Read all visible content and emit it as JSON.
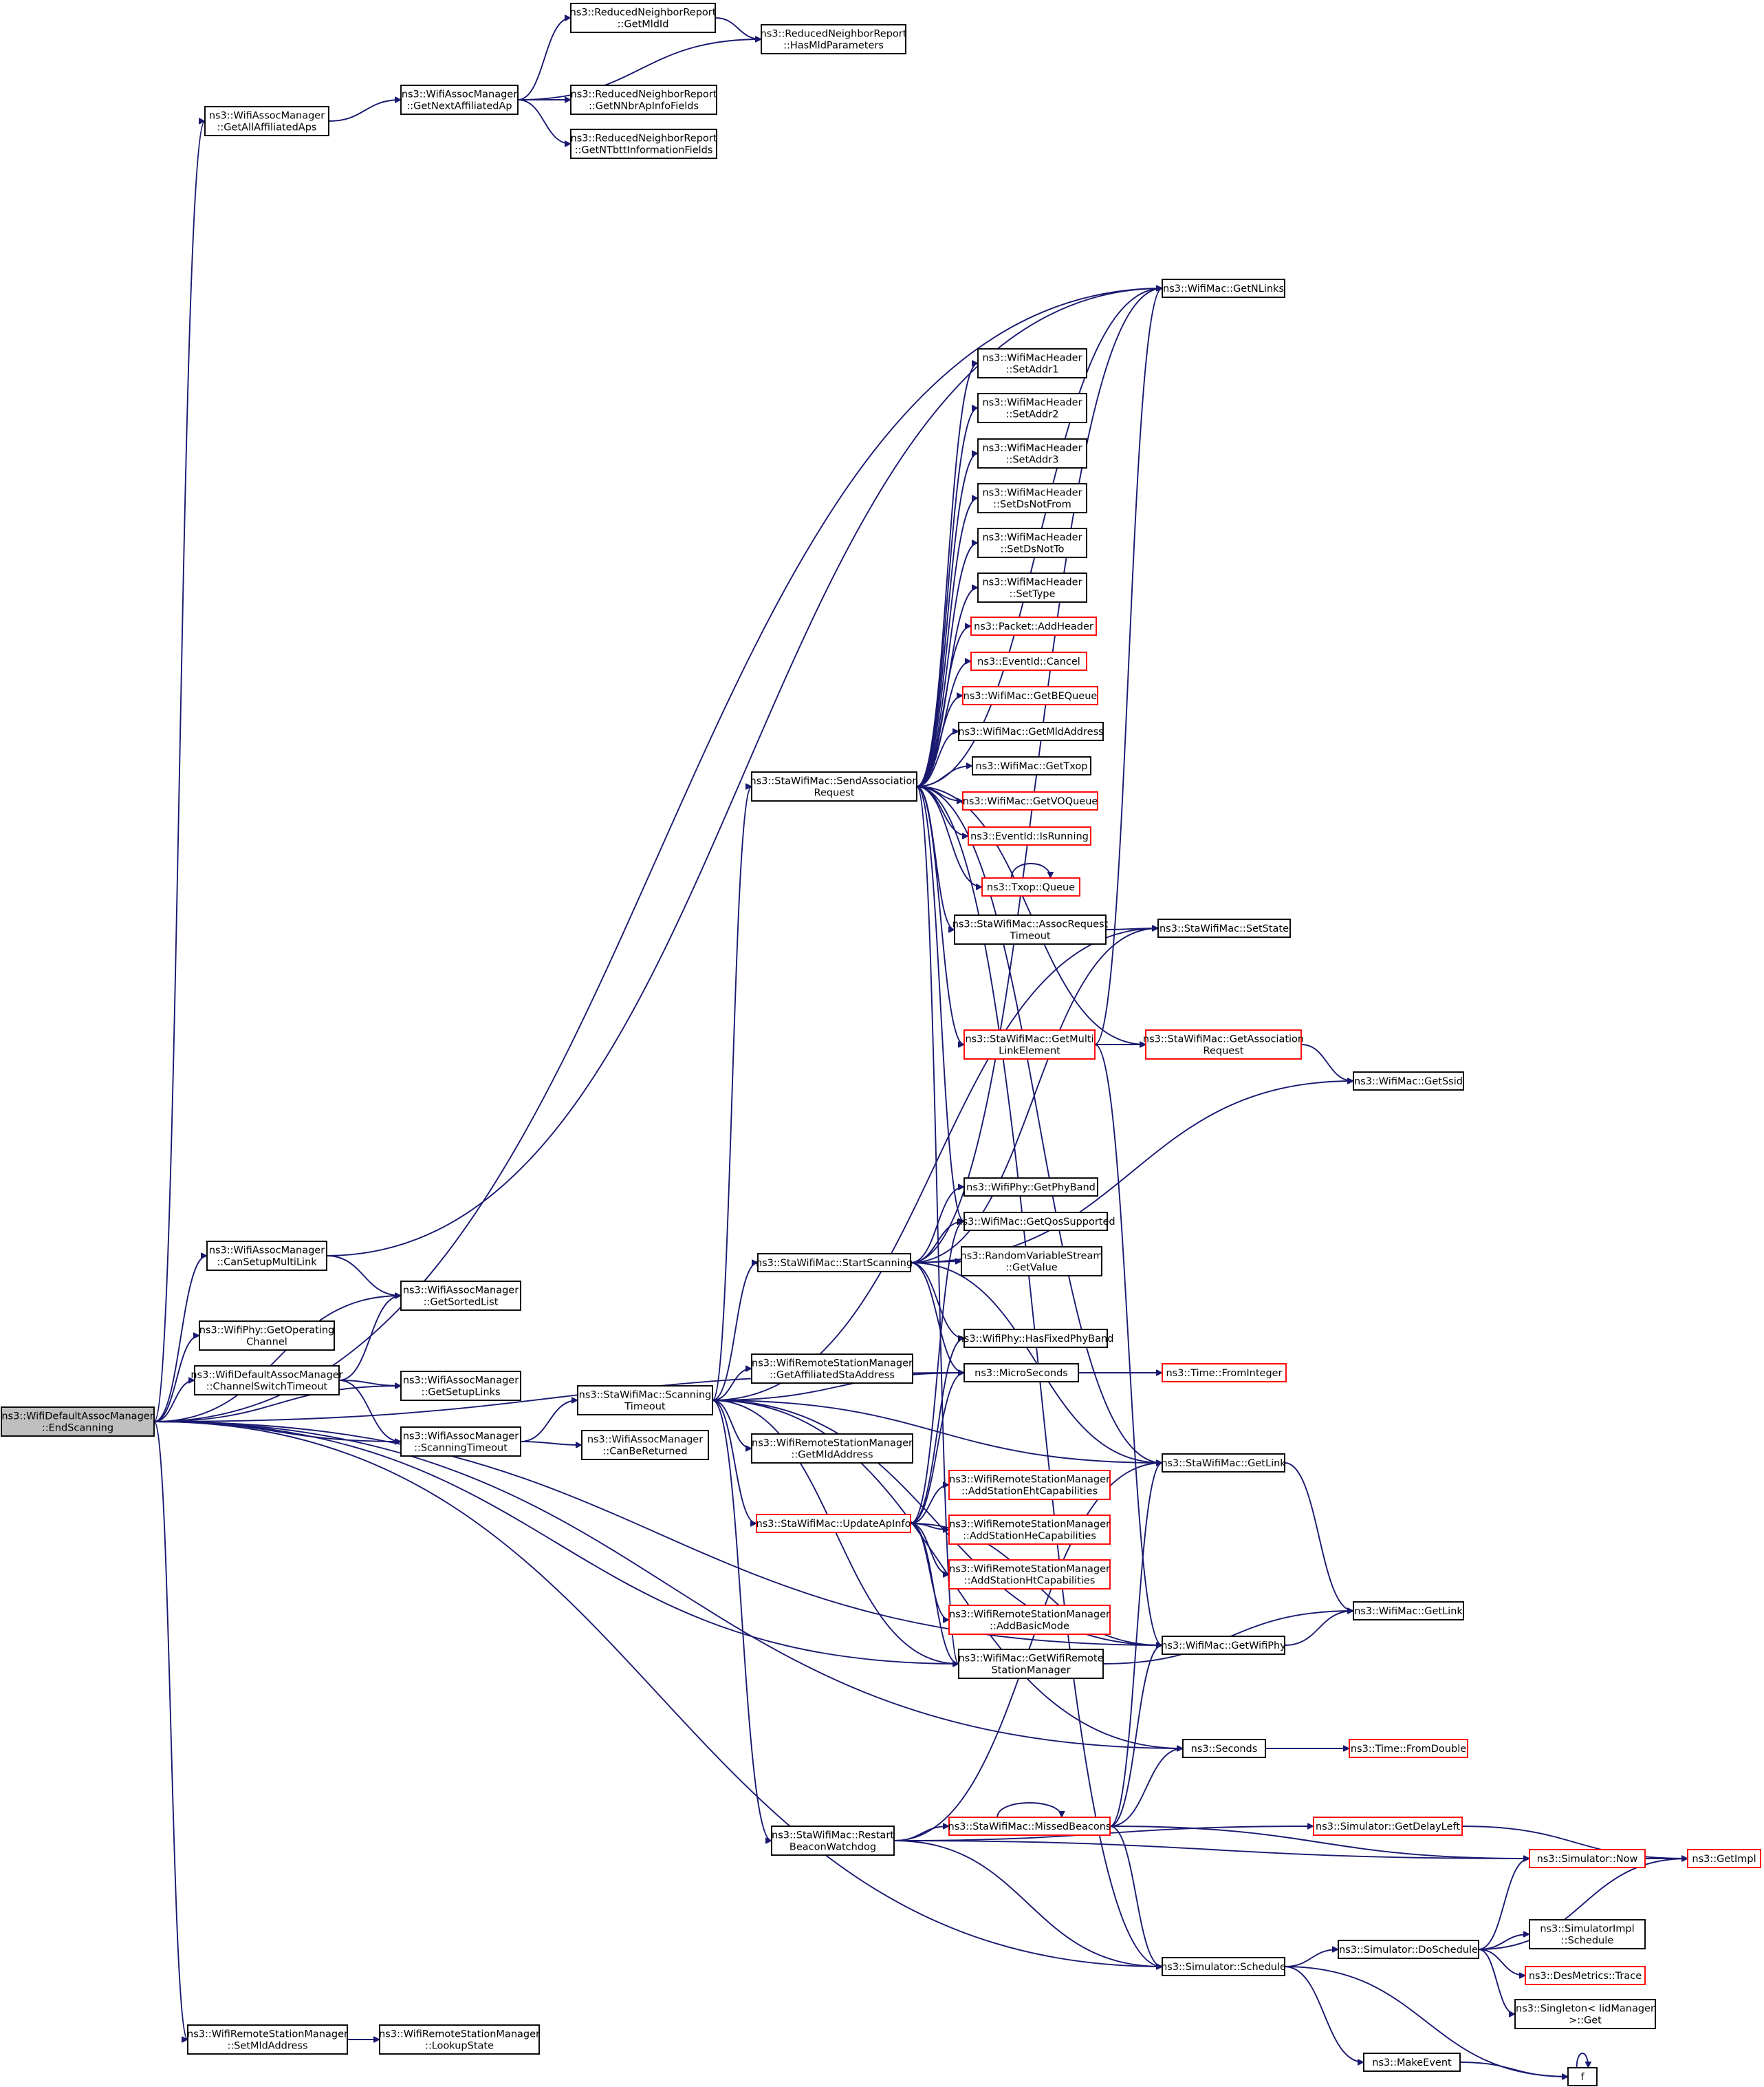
{
  "nodes": [
    {
      "id": "root",
      "lines": [
        "ns3::WifiDefaultAssocManager",
        "::EndScanning"
      ],
      "style": "root"
    },
    {
      "id": "getAllAff",
      "lines": [
        "ns3::WifiAssocManager",
        "::GetAllAffiliatedAps"
      ]
    },
    {
      "id": "getNextAff",
      "lines": [
        "ns3::WifiAssocManager",
        "::GetNextAffiliatedAp"
      ]
    },
    {
      "id": "rnrGetMldId",
      "lines": [
        "ns3::ReducedNeighborReport",
        "::GetMldId"
      ]
    },
    {
      "id": "rnrHasMld",
      "lines": [
        "ns3::ReducedNeighborReport",
        "::HasMldParameters"
      ]
    },
    {
      "id": "rnrGetNNbr",
      "lines": [
        "ns3::ReducedNeighborReport",
        "::GetNNbrApInfoFields"
      ]
    },
    {
      "id": "rnrGetNTbtt",
      "lines": [
        "ns3::ReducedNeighborReport",
        "::GetNTbttInformationFields"
      ]
    },
    {
      "id": "getNLinks",
      "lines": [
        "ns3::WifiMac::GetNLinks"
      ]
    },
    {
      "id": "setAddr1",
      "lines": [
        "ns3::WifiMacHeader",
        "::SetAddr1"
      ]
    },
    {
      "id": "setAddr2",
      "lines": [
        "ns3::WifiMacHeader",
        "::SetAddr2"
      ]
    },
    {
      "id": "setAddr3",
      "lines": [
        "ns3::WifiMacHeader",
        "::SetAddr3"
      ]
    },
    {
      "id": "setDsNotFrom",
      "lines": [
        "ns3::WifiMacHeader",
        "::SetDsNotFrom"
      ]
    },
    {
      "id": "setDsNotTo",
      "lines": [
        "ns3::WifiMacHeader",
        "::SetDsNotTo"
      ]
    },
    {
      "id": "setType",
      "lines": [
        "ns3::WifiMacHeader",
        "::SetType"
      ]
    },
    {
      "id": "addHeader",
      "lines": [
        "ns3::Packet::AddHeader"
      ],
      "style": "red"
    },
    {
      "id": "evCancel",
      "lines": [
        "ns3::EventId::Cancel"
      ],
      "style": "red"
    },
    {
      "id": "getBEQueue",
      "lines": [
        "ns3::WifiMac::GetBEQueue"
      ],
      "style": "red"
    },
    {
      "id": "getMldAddr",
      "lines": [
        "ns3::WifiMac::GetMldAddress"
      ]
    },
    {
      "id": "getTxop",
      "lines": [
        "ns3::WifiMac::GetTxop"
      ]
    },
    {
      "id": "sendAssoc",
      "lines": [
        "ns3::StaWifiMac::SendAssociation",
        "Request"
      ]
    },
    {
      "id": "getVOQueue",
      "lines": [
        "ns3::WifiMac::GetVOQueue"
      ],
      "style": "red"
    },
    {
      "id": "evIsRunning",
      "lines": [
        "ns3::EventId::IsRunning"
      ],
      "style": "red"
    },
    {
      "id": "txopQueue",
      "lines": [
        "ns3::Txop::Queue"
      ],
      "style": "red"
    },
    {
      "id": "assocReqTimeout",
      "lines": [
        "ns3::StaWifiMac::AssocRequest",
        "Timeout"
      ]
    },
    {
      "id": "setState",
      "lines": [
        "ns3::StaWifiMac::SetState"
      ]
    },
    {
      "id": "getMultiLink",
      "lines": [
        "ns3::StaWifiMac::GetMulti",
        "LinkElement"
      ],
      "style": "red"
    },
    {
      "id": "getAssocReq",
      "lines": [
        "ns3::StaWifiMac::GetAssociation",
        "Request"
      ],
      "style": "red"
    },
    {
      "id": "getSsid",
      "lines": [
        "ns3::WifiMac::GetSsid"
      ]
    },
    {
      "id": "getPhyBand",
      "lines": [
        "ns3::WifiPhy::GetPhyBand"
      ]
    },
    {
      "id": "getQos",
      "lines": [
        "ns3::WifiMac::GetQosSupported"
      ]
    },
    {
      "id": "startScanning",
      "lines": [
        "ns3::StaWifiMac::StartScanning"
      ]
    },
    {
      "id": "rvsGetValue",
      "lines": [
        "ns3::RandomVariableStream",
        "::GetValue"
      ]
    },
    {
      "id": "canSetupML",
      "lines": [
        "ns3::WifiAssocManager",
        "::CanSetupMultiLink"
      ]
    },
    {
      "id": "getSortedList",
      "lines": [
        "ns3::WifiAssocManager",
        "::GetSortedList"
      ]
    },
    {
      "id": "getOpChannel",
      "lines": [
        "ns3::WifiPhy::GetOperating",
        "Channel"
      ]
    },
    {
      "id": "hasFixedBand",
      "lines": [
        "ns3::WifiPhy::HasFixedPhyBand"
      ]
    },
    {
      "id": "getAffSta",
      "lines": [
        "ns3::WifiRemoteStationManager",
        "::GetAffiliatedStaAddress"
      ]
    },
    {
      "id": "chSwitchTimeout",
      "lines": [
        "ns3::WifiDefaultAssocManager",
        "::ChannelSwitchTimeout"
      ]
    },
    {
      "id": "microSeconds",
      "lines": [
        "ns3::MicroSeconds"
      ]
    },
    {
      "id": "fromInteger",
      "lines": [
        "ns3::Time::FromInteger"
      ],
      "style": "red"
    },
    {
      "id": "getSetupLinks",
      "lines": [
        "ns3::WifiAssocManager",
        "::GetSetupLinks"
      ]
    },
    {
      "id": "staScanTimeout",
      "lines": [
        "ns3::StaWifiMac::Scanning",
        "Timeout"
      ]
    },
    {
      "id": "scanTimeout",
      "lines": [
        "ns3::WifiAssocManager",
        "::ScanningTimeout"
      ]
    },
    {
      "id": "canBeReturned",
      "lines": [
        "ns3::WifiAssocManager",
        "::CanBeReturned"
      ]
    },
    {
      "id": "rsmGetMld",
      "lines": [
        "ns3::WifiRemoteStationManager",
        "::GetMldAddress"
      ]
    },
    {
      "id": "staGetLink",
      "lines": [
        "ns3::StaWifiMac::GetLink"
      ]
    },
    {
      "id": "addEht",
      "lines": [
        "ns3::WifiRemoteStationManager",
        "::AddStationEhtCapabilities"
      ],
      "style": "red"
    },
    {
      "id": "updateApInfo",
      "lines": [
        "ns3::StaWifiMac::UpdateApInfo"
      ],
      "style": "red"
    },
    {
      "id": "addHe",
      "lines": [
        "ns3::WifiRemoteStationManager",
        "::AddStationHeCapabilities"
      ],
      "style": "red"
    },
    {
      "id": "addHt",
      "lines": [
        "ns3::WifiRemoteStationManager",
        "::AddStationHtCapabilities"
      ],
      "style": "red"
    },
    {
      "id": "addBasic",
      "lines": [
        "ns3::WifiRemoteStationManager",
        "::AddBasicMode"
      ],
      "style": "red"
    },
    {
      "id": "macGetLink",
      "lines": [
        "ns3::WifiMac::GetLink"
      ]
    },
    {
      "id": "getWifiPhy",
      "lines": [
        "ns3::WifiMac::GetWifiPhy"
      ]
    },
    {
      "id": "getRsm",
      "lines": [
        "ns3::WifiMac::GetWifiRemote",
        "StationManager"
      ]
    },
    {
      "id": "seconds",
      "lines": [
        "ns3::Seconds"
      ]
    },
    {
      "id": "fromDouble",
      "lines": [
        "ns3::Time::FromDouble"
      ],
      "style": "red"
    },
    {
      "id": "missedBeacons",
      "lines": [
        "ns3::StaWifiMac::MissedBeacons"
      ],
      "style": "red"
    },
    {
      "id": "restartWatchdog",
      "lines": [
        "ns3::StaWifiMac::Restart",
        "BeaconWatchdog"
      ]
    },
    {
      "id": "getDelayLeft",
      "lines": [
        "ns3::Simulator::GetDelayLeft"
      ],
      "style": "red"
    },
    {
      "id": "simNow",
      "lines": [
        "ns3::Simulator::Now"
      ],
      "style": "red"
    },
    {
      "id": "getImpl",
      "lines": [
        "ns3::GetImpl"
      ],
      "style": "red"
    },
    {
      "id": "simImplSchedule",
      "lines": [
        "ns3::SimulatorImpl",
        "::Schedule"
      ]
    },
    {
      "id": "doSchedule",
      "lines": [
        "ns3::Simulator::DoSchedule"
      ]
    },
    {
      "id": "simSchedule",
      "lines": [
        "ns3::Simulator::Schedule"
      ]
    },
    {
      "id": "desTrace",
      "lines": [
        "ns3::DesMetrics::Trace"
      ],
      "style": "red"
    },
    {
      "id": "singletonGet",
      "lines": [
        "ns3::Singleton< IidManager",
        ">::Get"
      ]
    },
    {
      "id": "setMldAddr",
      "lines": [
        "ns3::WifiRemoteStationManager",
        "::SetMldAddress"
      ]
    },
    {
      "id": "lookupState",
      "lines": [
        "ns3::WifiRemoteStationManager",
        "::LookupState"
      ]
    },
    {
      "id": "makeEvent",
      "lines": [
        "ns3::MakeEvent"
      ]
    },
    {
      "id": "f",
      "lines": [
        "f"
      ]
    }
  ],
  "edges": [
    [
      "root",
      "getAllAff"
    ],
    [
      "getAllAff",
      "getNextAff"
    ],
    [
      "getNextAff",
      "rnrGetMldId"
    ],
    [
      "getNextAff",
      "rnrHasMld"
    ],
    [
      "getNextAff",
      "rnrGetNNbr"
    ],
    [
      "getNextAff",
      "rnrGetNTbtt"
    ],
    [
      "rnrGetMldId",
      "rnrHasMld"
    ],
    [
      "root",
      "getNLinks"
    ],
    [
      "canSetupML",
      "getNLinks"
    ],
    [
      "canSetupML",
      "getSortedList"
    ],
    [
      "root",
      "canSetupML"
    ],
    [
      "root",
      "getSortedList"
    ],
    [
      "root",
      "getOpChannel"
    ],
    [
      "root",
      "chSwitchTimeout"
    ],
    [
      "root",
      "getSetupLinks"
    ],
    [
      "root",
      "scanTimeout"
    ],
    [
      "root",
      "microSeconds"
    ],
    [
      "root",
      "getRsm"
    ],
    [
      "root",
      "seconds"
    ],
    [
      "root",
      "simSchedule"
    ],
    [
      "root",
      "setMldAddr"
    ],
    [
      "root",
      "getWifiPhy"
    ],
    [
      "chSwitchTimeout",
      "getSortedList"
    ],
    [
      "chSwitchTimeout",
      "getSetupLinks"
    ],
    [
      "chSwitchTimeout",
      "scanTimeout"
    ],
    [
      "scanTimeout",
      "staScanTimeout"
    ],
    [
      "scanTimeout",
      "canBeReturned"
    ],
    [
      "staScanTimeout",
      "sendAssoc"
    ],
    [
      "staScanTimeout",
      "startScanning"
    ],
    [
      "staScanTimeout",
      "getAffSta"
    ],
    [
      "staScanTimeout",
      "rsmGetMld"
    ],
    [
      "staScanTimeout",
      "staGetLink"
    ],
    [
      "staScanTimeout",
      "updateApInfo"
    ],
    [
      "staScanTimeout",
      "getRsm"
    ],
    [
      "staScanTimeout",
      "microSeconds"
    ],
    [
      "staScanTimeout",
      "restartWatchdog"
    ],
    [
      "staScanTimeout",
      "seconds"
    ],
    [
      "staScanTimeout",
      "setState"
    ],
    [
      "staScanTimeout",
      "getWifiPhy"
    ],
    [
      "sendAssoc",
      "setAddr1"
    ],
    [
      "sendAssoc",
      "setAddr2"
    ],
    [
      "sendAssoc",
      "setAddr3"
    ],
    [
      "sendAssoc",
      "setDsNotFrom"
    ],
    [
      "sendAssoc",
      "setDsNotTo"
    ],
    [
      "sendAssoc",
      "setType"
    ],
    [
      "sendAssoc",
      "addHeader"
    ],
    [
      "sendAssoc",
      "evCancel"
    ],
    [
      "sendAssoc",
      "getBEQueue"
    ],
    [
      "sendAssoc",
      "getMldAddr"
    ],
    [
      "sendAssoc",
      "getTxop"
    ],
    [
      "sendAssoc",
      "getVOQueue"
    ],
    [
      "sendAssoc",
      "evIsRunning"
    ],
    [
      "sendAssoc",
      "txopQueue"
    ],
    [
      "sendAssoc",
      "assocReqTimeout"
    ],
    [
      "sendAssoc",
      "getMultiLink"
    ],
    [
      "sendAssoc",
      "getAssocReq"
    ],
    [
      "sendAssoc",
      "getNLinks"
    ],
    [
      "sendAssoc",
      "getQos"
    ],
    [
      "sendAssoc",
      "getRsm"
    ],
    [
      "sendAssoc",
      "simSchedule"
    ],
    [
      "sendAssoc",
      "staGetLink"
    ],
    [
      "txopQueue",
      "txopQueue"
    ],
    [
      "assocReqTimeout",
      "setState"
    ],
    [
      "getMultiLink",
      "getAssocReq"
    ],
    [
      "getMultiLink",
      "getNLinks"
    ],
    [
      "getMultiLink",
      "getWifiPhy"
    ],
    [
      "getAssocReq",
      "getSsid"
    ],
    [
      "startScanning",
      "getPhyBand"
    ],
    [
      "startScanning",
      "getQos"
    ],
    [
      "startScanning",
      "rvsGetValue"
    ],
    [
      "startScanning",
      "hasFixedBand"
    ],
    [
      "startScanning",
      "microSeconds"
    ],
    [
      "startScanning",
      "getNLinks"
    ],
    [
      "startScanning",
      "setState"
    ],
    [
      "startScanning",
      "getSsid"
    ],
    [
      "startScanning",
      "staGetLink"
    ],
    [
      "updateApInfo",
      "addEht"
    ],
    [
      "updateApInfo",
      "addHe"
    ],
    [
      "updateApInfo",
      "addHt"
    ],
    [
      "updateApInfo",
      "addBasic"
    ],
    [
      "updateApInfo",
      "getRsm"
    ],
    [
      "updateApInfo",
      "getQos"
    ],
    [
      "updateApInfo",
      "hasFixedBand"
    ],
    [
      "updateApInfo",
      "microSeconds"
    ],
    [
      "updateApInfo",
      "getWifiPhy"
    ],
    [
      "microSeconds",
      "fromInteger"
    ],
    [
      "staGetLink",
      "macGetLink"
    ],
    [
      "getWifiPhy",
      "macGetLink"
    ],
    [
      "getRsm",
      "macGetLink"
    ],
    [
      "seconds",
      "fromDouble"
    ],
    [
      "restartWatchdog",
      "missedBeacons"
    ],
    [
      "restartWatchdog",
      "getDelayLeft"
    ],
    [
      "restartWatchdog",
      "simNow"
    ],
    [
      "restartWatchdog",
      "simSchedule"
    ],
    [
      "restartWatchdog",
      "staGetLink"
    ],
    [
      "missedBeacons",
      "missedBeacons"
    ],
    [
      "missedBeacons",
      "getWifiPhy"
    ],
    [
      "missedBeacons",
      "seconds"
    ],
    [
      "missedBeacons",
      "simNow"
    ],
    [
      "missedBeacons",
      "simSchedule"
    ],
    [
      "missedBeacons",
      "staGetLink"
    ],
    [
      "getDelayLeft",
      "getImpl"
    ],
    [
      "simNow",
      "getImpl"
    ],
    [
      "simSchedule",
      "doSchedule"
    ],
    [
      "simSchedule",
      "makeEvent"
    ],
    [
      "simSchedule",
      "f"
    ],
    [
      "doSchedule",
      "simNow"
    ],
    [
      "doSchedule",
      "getImpl"
    ],
    [
      "doSchedule",
      "simImplSchedule"
    ],
    [
      "doSchedule",
      "desTrace"
    ],
    [
      "doSchedule",
      "singletonGet"
    ],
    [
      "makeEvent",
      "f"
    ],
    [
      "f",
      "f"
    ],
    [
      "setMldAddr",
      "lookupState"
    ]
  ]
}
